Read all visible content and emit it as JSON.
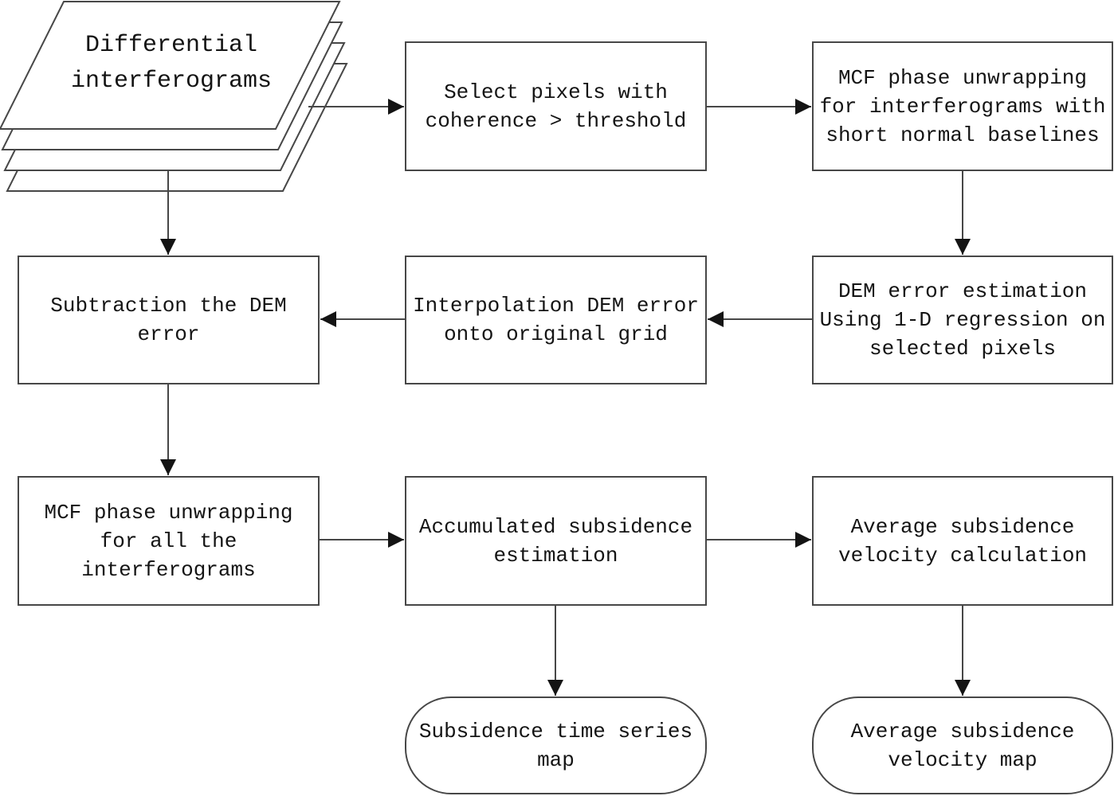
{
  "diagram": {
    "type": "flowchart",
    "colors": {
      "line": "#474747",
      "arrowhead": "#141414",
      "text": "#141414",
      "bg": "#ffffff"
    },
    "nodes": {
      "source": {
        "shape": "stacked-sheets",
        "label": "Differential\ninterferograms"
      },
      "select_pixels": {
        "shape": "process",
        "label": "Select pixels with\ncoherence > threshold"
      },
      "mcf_short": {
        "shape": "process",
        "label": "MCF phase unwrapping\nfor interferograms with\nshort normal baselines"
      },
      "dem_error": {
        "shape": "process",
        "label": "DEM error estimation\nUsing 1-D regression on\nselected pixels"
      },
      "interpolation": {
        "shape": "process",
        "label": "Interpolation DEM error\nonto original grid"
      },
      "subtraction": {
        "shape": "process",
        "label": "Subtraction the DEM\nerror"
      },
      "mcf_all": {
        "shape": "process",
        "label": "MCF phase unwrapping\nfor all the\ninterferograms"
      },
      "accumulated": {
        "shape": "process",
        "label": "Accumulated subsidence\nestimation"
      },
      "avg_velocity": {
        "shape": "process",
        "label": "Average subsidence\nvelocity calculation"
      },
      "time_series_map": {
        "shape": "terminal",
        "label": "Subsidence time series\nmap"
      },
      "avg_velocity_map": {
        "shape": "terminal",
        "label": "Average subsidence\nvelocity map"
      }
    },
    "edges": [
      {
        "from": "source",
        "to": "select_pixels",
        "direction": "right"
      },
      {
        "from": "select_pixels",
        "to": "mcf_short",
        "direction": "right"
      },
      {
        "from": "mcf_short",
        "to": "dem_error",
        "direction": "down"
      },
      {
        "from": "dem_error",
        "to": "interpolation",
        "direction": "left"
      },
      {
        "from": "interpolation",
        "to": "subtraction",
        "direction": "left"
      },
      {
        "from": "source",
        "to": "subtraction",
        "direction": "down"
      },
      {
        "from": "subtraction",
        "to": "mcf_all",
        "direction": "down"
      },
      {
        "from": "mcf_all",
        "to": "accumulated",
        "direction": "right"
      },
      {
        "from": "accumulated",
        "to": "avg_velocity",
        "direction": "right"
      },
      {
        "from": "accumulated",
        "to": "time_series_map",
        "direction": "down"
      },
      {
        "from": "avg_velocity",
        "to": "avg_velocity_map",
        "direction": "down"
      }
    ]
  }
}
